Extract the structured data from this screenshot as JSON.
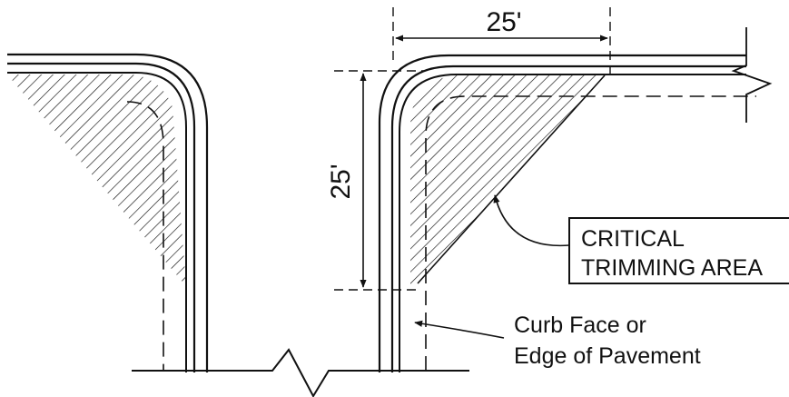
{
  "dimensions": {
    "horizontal": "25'",
    "vertical": "25'"
  },
  "callouts": {
    "critical_line1": "CRITICAL",
    "critical_line2": "TRIMMING AREA",
    "curb_line1": "Curb Face or",
    "curb_line2": "Edge of Pavement"
  },
  "colors": {
    "ink": "#111111",
    "background": "#ffffff"
  }
}
